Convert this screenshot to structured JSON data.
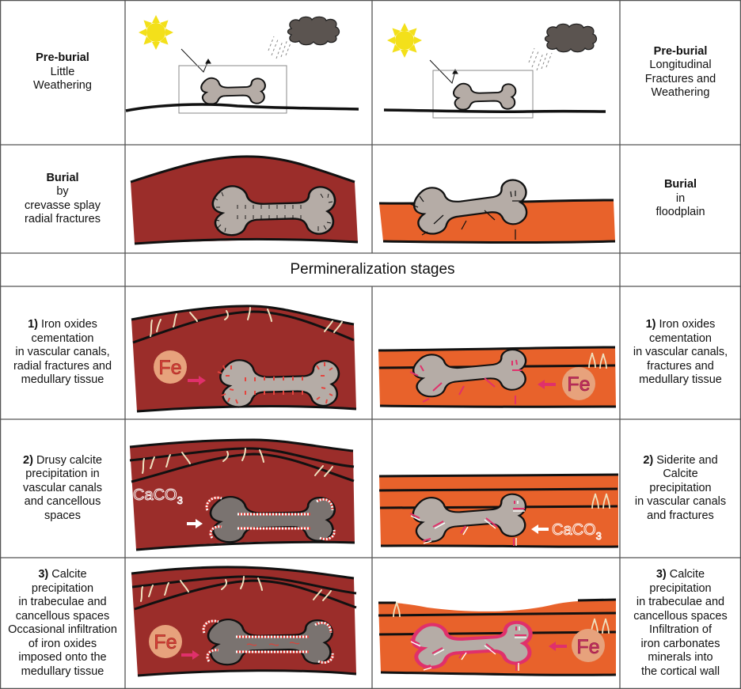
{
  "figure": {
    "colors": {
      "crevasse_splay": "#9b2d2a",
      "floodplain": "#e8622b",
      "bone": "#b5aca6",
      "bone_dark": "#7f7a76",
      "sun": "#f3e01a",
      "cloud": "#5b5450",
      "iron": "#e4443e",
      "iron_circle": "#e7a27c",
      "iron_arrow": "#e0306b",
      "cortical_rim": "#e0306b",
      "grid_line": "#555555"
    },
    "header": {
      "title": "Permineralization stages"
    },
    "rows": [
      {
        "id": "pre-burial",
        "left": {
          "bold": "Pre-burial",
          "text": "Little\nWeathering"
        },
        "right": {
          "bold": "Pre-burial",
          "text": "Longitudinal\nFractures and\nWeathering"
        }
      },
      {
        "id": "burial",
        "left": {
          "bold": "Burial",
          "text": "by\ncrevasse splay\nradial fractures"
        },
        "right": {
          "bold": "Burial",
          "text": "in\nfloodplain"
        }
      },
      {
        "id": "stage-1",
        "left": {
          "bold": "1)",
          "text": " Iron oxides\ncementation\nin vascular canals,\nradial fractures and\nmedullary tissue"
        },
        "right": {
          "bold": "1)",
          "text": " Iron oxides\ncementation\nin vascular canals,\nfractures and\nmedullary tissue"
        },
        "left_chem": "Fe",
        "right_chem": "Fe"
      },
      {
        "id": "stage-2",
        "left": {
          "bold": "2)",
          "text": " Drusy calcite\nprecipitation in\nvascular canals\nand cancellous\nspaces"
        },
        "right": {
          "bold": "2)",
          "text": " Siderite and\nCalcite\nprecipitation\nin vascular canals\nand fractures"
        },
        "left_chem": "CaCO",
        "left_chem_sub": "3",
        "right_chem": "CaCO",
        "right_chem_sub": "3"
      },
      {
        "id": "stage-3",
        "left": {
          "bold": "3)",
          "text": " Calcite\nprecipitation\nin trabeculae and\ncancellous spaces\nOccasional infiltration\nof iron oxides\nimposed onto the\nmedullary tissue"
        },
        "right": {
          "bold": "3)",
          "text": " Calcite\nprecipitation\nin trabeculae and\ncancellous spaces\nInfiltration of\niron carbonates\nminerals into\nthe cortical wall"
        },
        "left_chem": "Fe",
        "right_chem": "Fe"
      }
    ]
  }
}
